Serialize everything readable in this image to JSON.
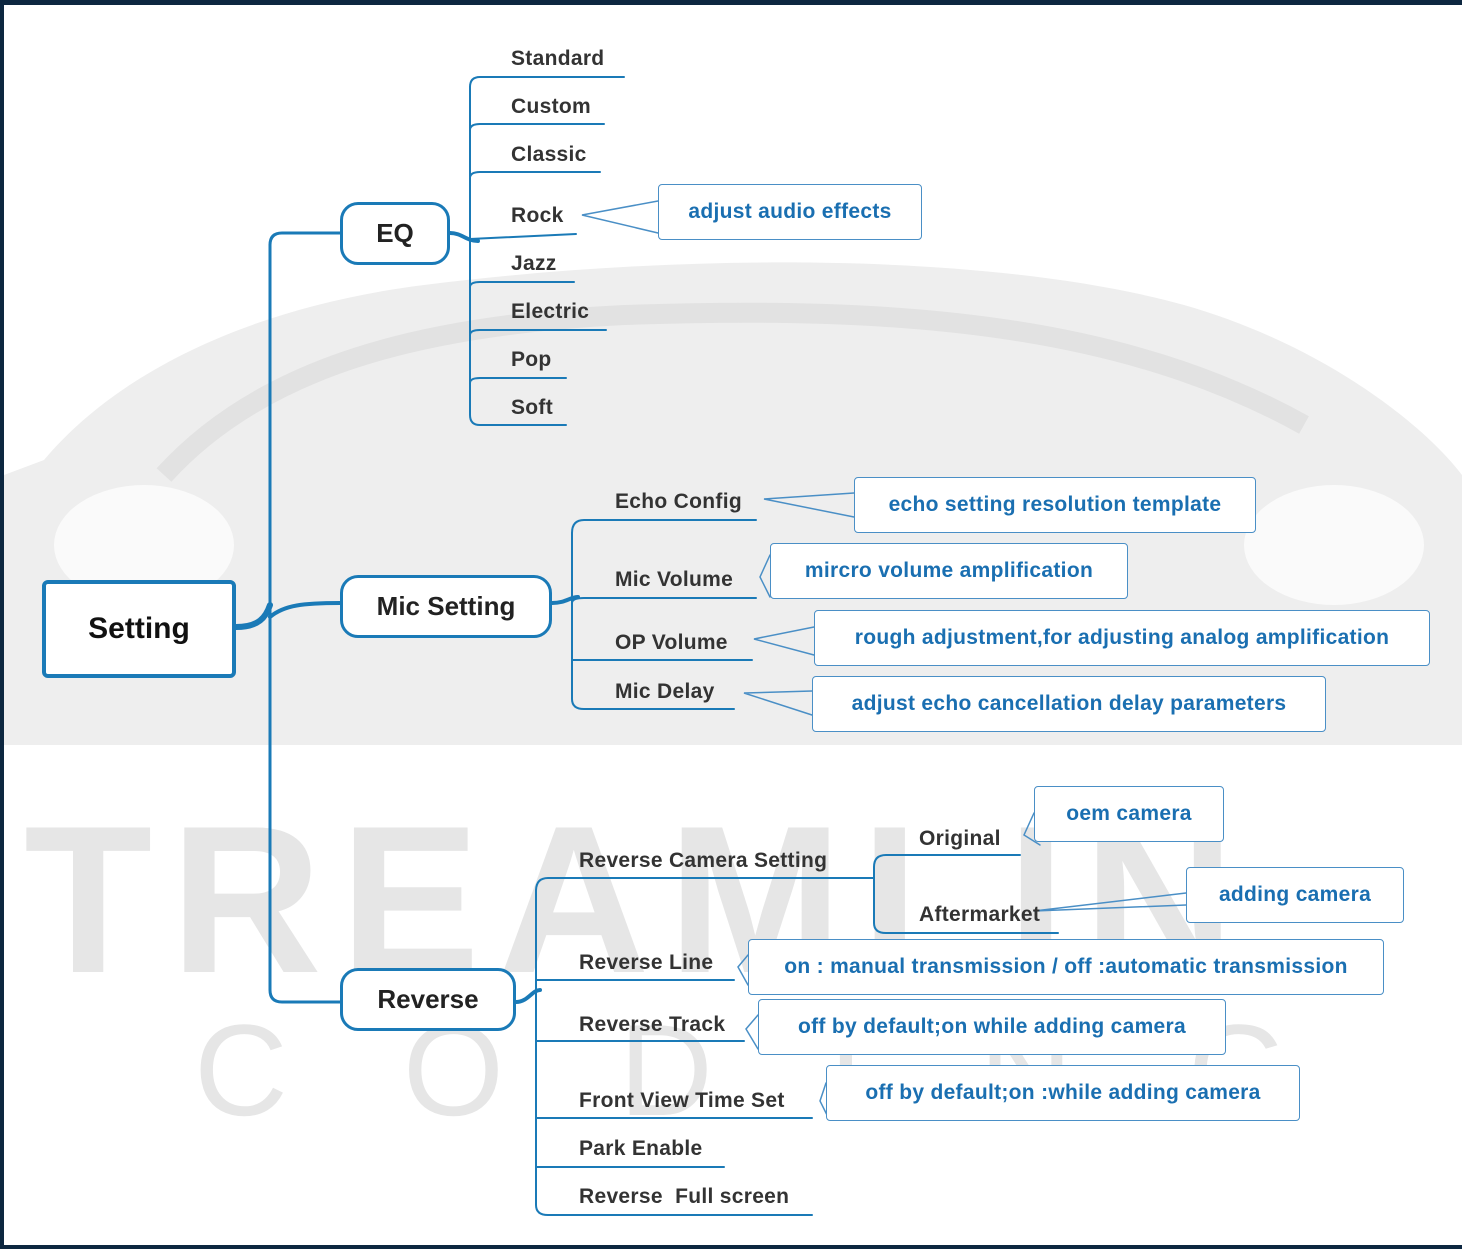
{
  "watermark": {
    "word1": "TREAMLIN",
    "word2": "CODING"
  },
  "root": {
    "label": "Setting"
  },
  "categories": {
    "eq": {
      "label": "EQ",
      "items": [
        "Standard",
        "Custom",
        "Classic",
        "Rock",
        "Jazz",
        "Electric",
        "Pop",
        "Soft"
      ],
      "note": "adjust audio effects"
    },
    "mic": {
      "label": "Mic Setting",
      "items": [
        "Echo Config",
        "Mic Volume",
        "OP Volume",
        "Mic Delay"
      ],
      "notes": [
        "echo setting resolution template",
        "mircro volume amplification",
        "rough adjustment,for adjusting analog amplification",
        "adjust echo cancellation delay parameters"
      ]
    },
    "reverse": {
      "label": "Reverse",
      "items": [
        "Reverse Camera Setting",
        "Reverse Line",
        "Reverse Track",
        "Front View Time Set",
        "Park Enable",
        "Reverse  Full screen"
      ],
      "camera_options": [
        "Original",
        "Aftermarket"
      ],
      "camera_notes": [
        "oem camera",
        "adding camera"
      ],
      "notes": [
        "on : manual transmission / off :automatic transmission",
        "off by default;on while adding camera",
        "off by default;on :while adding camera"
      ]
    }
  },
  "colors": {
    "line": "#1a7ab7",
    "note_text": "#1a6fb1",
    "border": "#0d2740"
  }
}
